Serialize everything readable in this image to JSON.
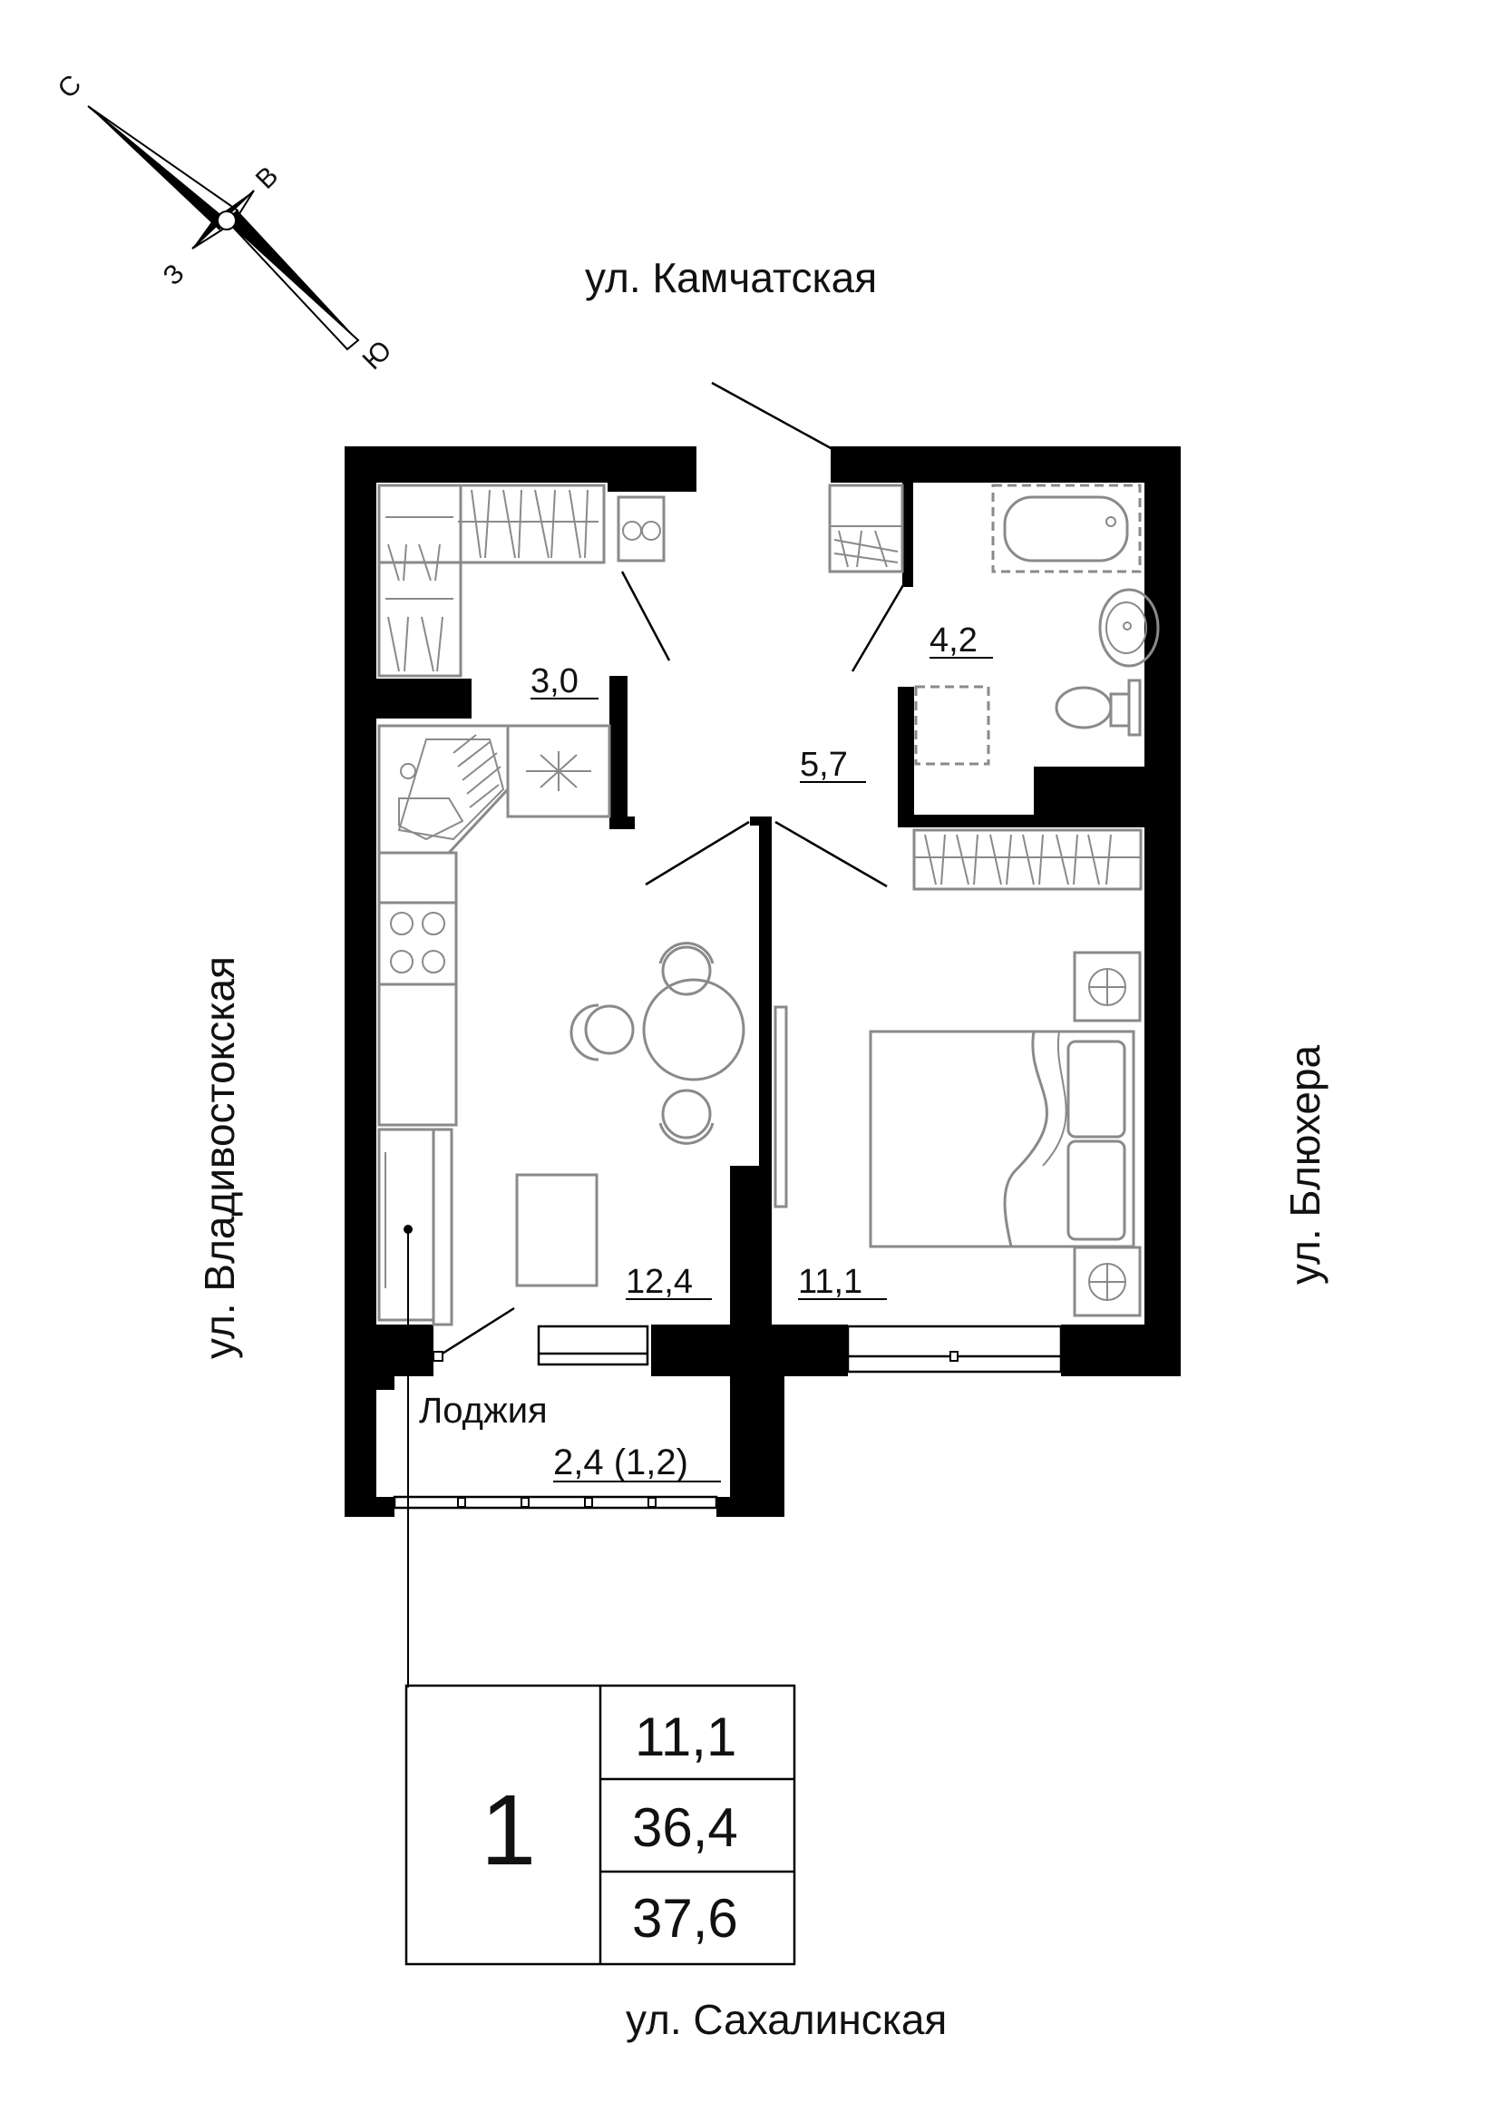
{
  "compass": {
    "north": "С",
    "east": "В",
    "west": "З",
    "south": "Ю"
  },
  "streets": {
    "top": "ул. Камчатская",
    "left": "ул. Владивостокская",
    "right": "ул. Блюхера",
    "bottom": "ул. Сахалинская"
  },
  "rooms": {
    "storage": "3,0",
    "bathroom": "4,2",
    "hall": "5,7",
    "kitchen_living": "12,4",
    "bedroom": "11,1",
    "loggia_label": "Лоджия",
    "loggia_area": "2,4 (1,2)"
  },
  "summary": {
    "rooms_count": "1",
    "living_area": "11,1",
    "total_area": "36,4",
    "total_with_loggia": "37,6"
  }
}
